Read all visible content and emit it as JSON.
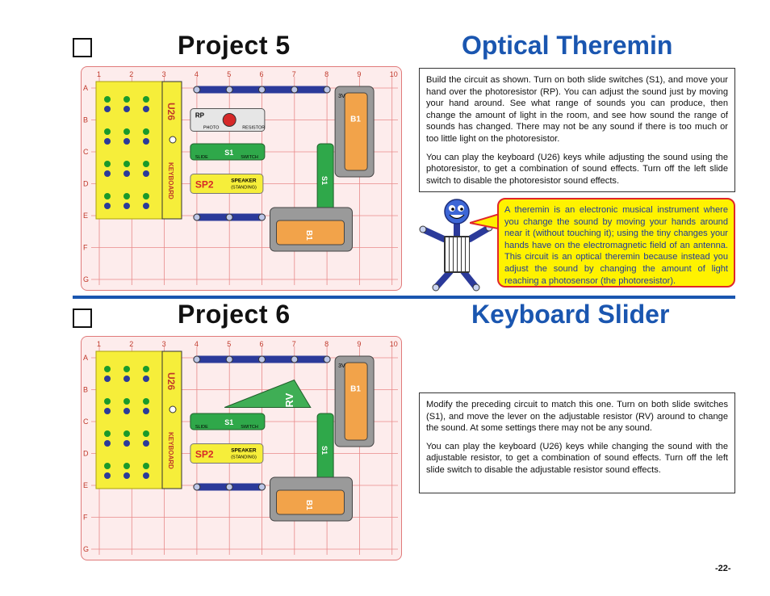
{
  "project5": {
    "title": "Project 5",
    "name": "Optical Theremin",
    "paragraphs": [
      "Build the circuit as shown. Turn on both slide switches (S1), and move your hand over the photoresistor (RP). You can adjust the sound just by moving your hand around. See what range of sounds you can produce, then change the amount of light in the room, and see how sound the range of sounds has changed. There may not be any sound if there is too much or too little light on the photoresistor.",
      "You can play the keyboard (U26) keys while adjusting the sound using the photoresistor, to get a combination of sound effects. Turn off the left slide switch to disable the photoresistor sound effects."
    ],
    "callout": "A theremin is an electronic musical instrument where you change the sound by moving your hands around near it (without touching it); using the tiny changes your hands have on the electromagnetic field of an antenna. This circuit is an optical theremin because instead you adjust the sound by changing the amount of light reaching a photosensor (the photoresistor)."
  },
  "project6": {
    "title": "Project 6",
    "name": "Keyboard Slider",
    "paragraphs": [
      "Modify the preceding circuit to match this one. Turn on both slide switches (S1), and move the lever on the adjustable resistor (RV) around to change the sound. At some settings there may not be any sound.",
      "You can play the keyboard (U26) keys while changing the sound with the adjustable resistor, to get a combination of sound effects. Turn off the left slide switch to disable the adjustable resistor sound effects."
    ]
  },
  "board": {
    "columns": [
      "1",
      "2",
      "3",
      "4",
      "5",
      "6",
      "7",
      "8",
      "9",
      "10"
    ],
    "rows": [
      "A",
      "B",
      "C",
      "D",
      "E",
      "F",
      "G"
    ]
  },
  "parts": {
    "keyboard_label": "KEYBOARD",
    "keyboard_id": "U26",
    "speaker_id": "SP2",
    "speaker_label_1": "SPEAKER",
    "speaker_label_2": "(STANDING)",
    "switch_id": "S1",
    "slide_label": "SLIDE",
    "switch_label": "SWITCH",
    "battery_id": "B1",
    "battery_voltage": "3V",
    "photo_id": "RP",
    "photo_label_1": "PHOTO",
    "photo_label_2": "RESISTOR",
    "rv_id": "RV"
  },
  "footer": {
    "page": "-22-"
  },
  "colors": {
    "accent": "#1a56b0",
    "board": "#fdecec",
    "keyboard": "#f6ee3a",
    "wire": "#2b3a9a",
    "callout_border": "#e0262a"
  }
}
